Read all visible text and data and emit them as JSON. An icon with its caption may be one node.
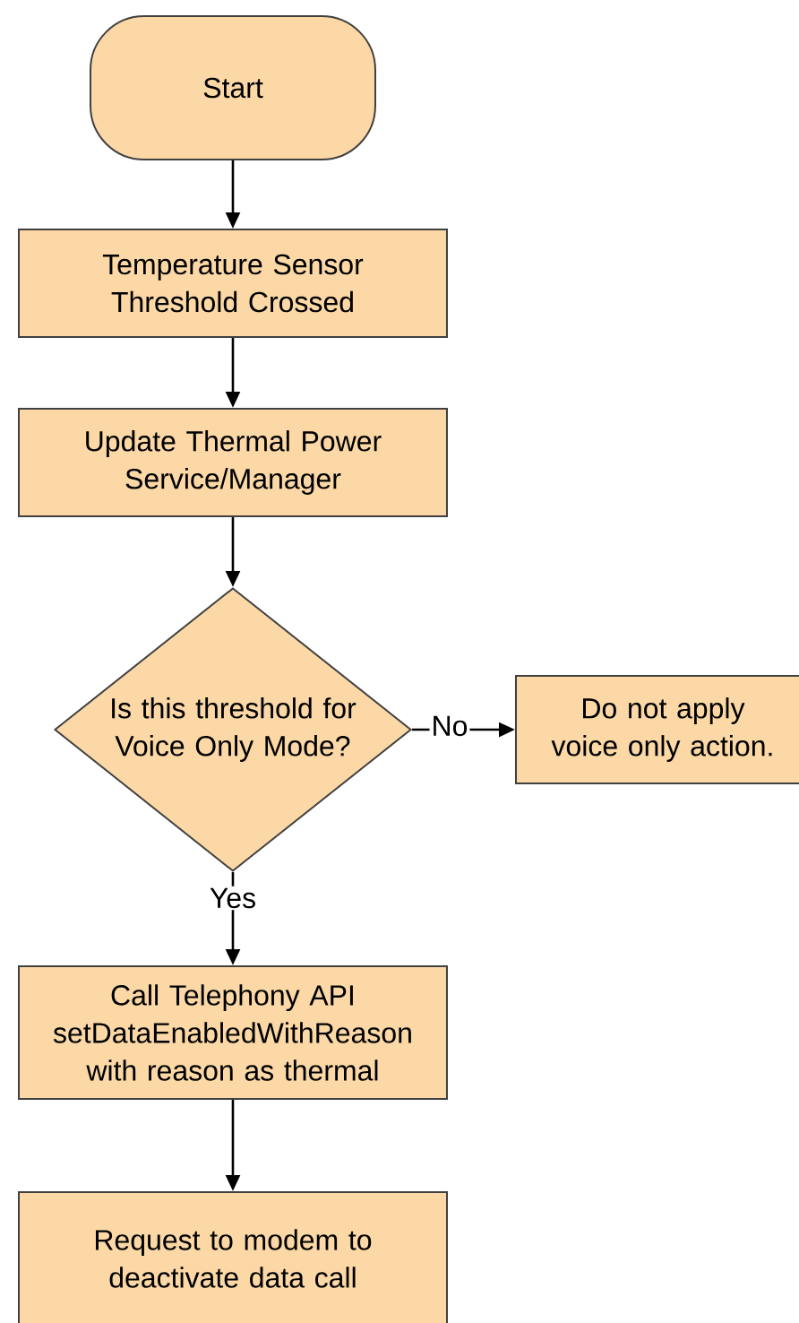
{
  "diagram": {
    "nodes": [
      {
        "text": [
          "Start"
        ]
      },
      {
        "text": [
          "Temperature Sensor Threshold Crossed"
        ]
      },
      {
        "text": [
          "Update Thermal Power Service/Manager"
        ]
      },
      {
        "text": [
          "Is this threshold for Voice Only Mode?"
        ]
      },
      {
        "text": [
          "Do not apply voice only action."
        ]
      },
      {
        "text": [
          "Call Telephony API setDataEnabledWithReason with reason as thermal"
        ]
      },
      {
        "text": [
          "Request to modem to deactivate data call"
        ]
      }
    ],
    "edges": [
      {
        "from": 0,
        "to": 1,
        "arrow": "to"
      },
      {
        "from": 1,
        "to": 2,
        "arrow": "to"
      },
      {
        "from": 2,
        "to": 3,
        "arrow": "to"
      },
      {
        "from": 3,
        "to": 4,
        "arrow": "to",
        "label": "No"
      },
      {
        "from": 3,
        "to": 5,
        "arrow": "to",
        "label": "Yes"
      },
      {
        "from": 5,
        "to": 6,
        "arrow": "to"
      }
    ]
  }
}
